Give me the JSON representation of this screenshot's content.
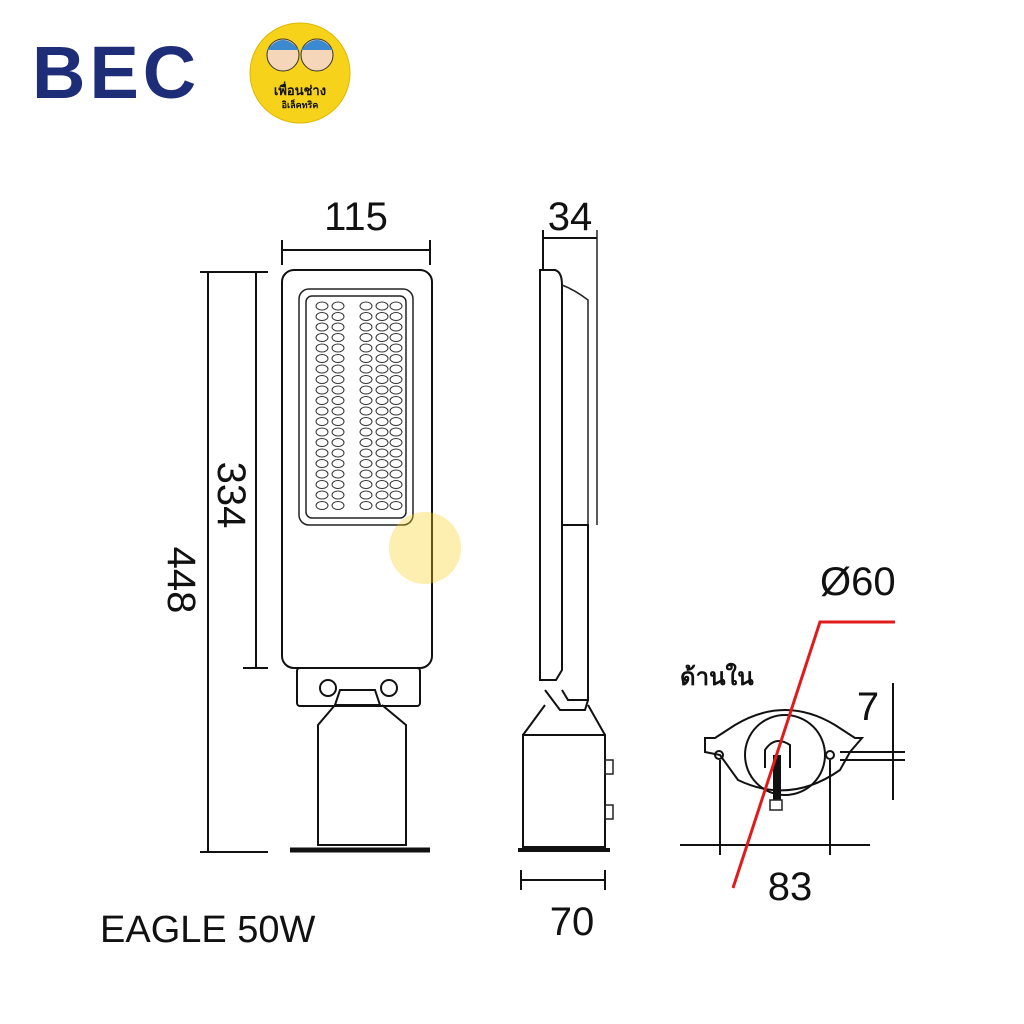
{
  "logo": {
    "brand_text": "BEC",
    "brand_color": "#1e2d78"
  },
  "badge": {
    "line1": "เพื่อนช่าง",
    "line2": "อิเล็คทริค",
    "color": "#f7d21b"
  },
  "front_view": {
    "width_label": "115",
    "panel_height_label": "334",
    "total_height_label": "448"
  },
  "side_view": {
    "depth_label": "34",
    "pole_width_label": "70"
  },
  "detail_view": {
    "title": "ด้านใน",
    "diameter_label": "Ø60",
    "thickness_label": "7",
    "width_label": "83",
    "accent_color": "#e01b1b"
  },
  "product_name": "EAGLE 50W"
}
